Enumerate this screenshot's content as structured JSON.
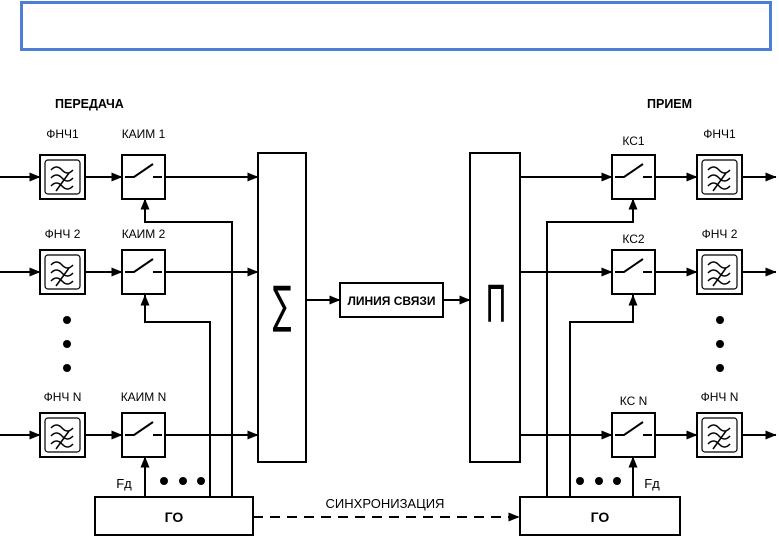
{
  "transmit": {
    "title": "ПЕРЕДАЧА",
    "channels": [
      {
        "filter": "ФНЧ1",
        "sampler": "КАИМ 1"
      },
      {
        "filter": "ФНЧ 2",
        "sampler": "КАИМ 2"
      },
      {
        "filter": "ФНЧ N",
        "sampler": "КАИМ N"
      }
    ],
    "sum_symbol": "∑",
    "generator": "ГО",
    "fd_label": "Fд"
  },
  "line": {
    "label": "ЛИНИЯ СВЯЗИ",
    "sync_label": "СИНХРОНИЗАЦИЯ"
  },
  "receive": {
    "title": "ПРИЕМ",
    "demux_symbol": "П",
    "channels": [
      {
        "switch": "КС1",
        "filter": "ФНЧ1"
      },
      {
        "switch": "КС2",
        "filter": "ФНЧ 2"
      },
      {
        "switch": "КС N",
        "filter": "ФНЧ N"
      }
    ],
    "generator": "ГО",
    "fd_label": "Fд"
  },
  "colors": {
    "header_border": "#4a7fd4",
    "diagram_line": "#000000"
  },
  "icons": [
    "lowpass-filter-icon",
    "switch-icon",
    "arrow-icon"
  ]
}
